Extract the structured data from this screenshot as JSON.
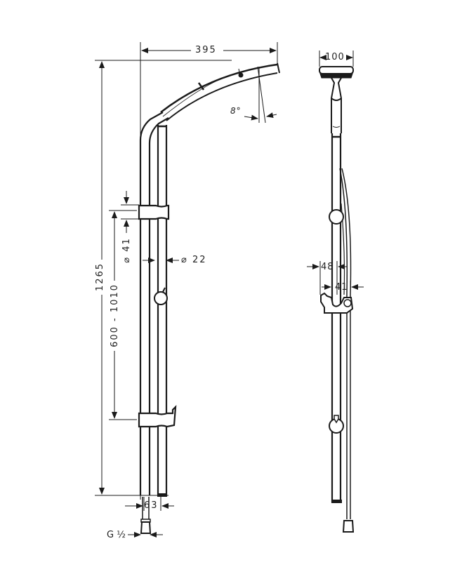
{
  "drawing": {
    "title": "Shower pipe technical drawing",
    "stroke_color": "#1a1a1a",
    "dim_color": "#333333",
    "side_view": {
      "dimensions": {
        "head_reach": "395",
        "head_tilt": "8°",
        "total_height": "1265",
        "adjust_range": "600 - 1010",
        "bracket_diameter": "⌀ 41",
        "pipe_diameter": "⌀ 22",
        "wall_offset": "63",
        "connection": "G ½"
      }
    },
    "front_view": {
      "dimensions": {
        "head_diameter": "100",
        "bracket_depth": "48",
        "bracket_width": "41"
      }
    }
  }
}
